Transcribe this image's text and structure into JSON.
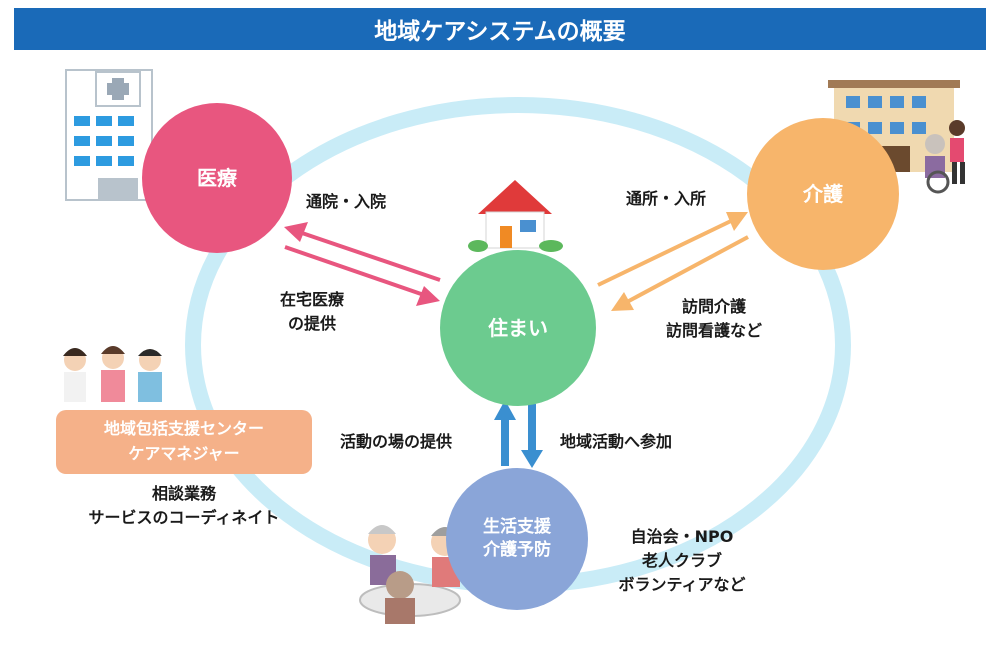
{
  "title": "地域ケアシステムの概要",
  "nodes": {
    "medical": "医療",
    "care": "介護",
    "home": "住まい",
    "prevention_line1": "生活支援",
    "prevention_line2": "介護予防"
  },
  "arrows": {
    "medical_visit": "通院・入院",
    "home_medical_line1": "在宅医療",
    "home_medical_line2": "の提供",
    "care_visit": "通所・入所",
    "visit_care_line1": "訪問介護",
    "visit_care_line2": "訪問看護など",
    "activity_place": "活動の場の提供",
    "community_participation": "地域活動へ参加"
  },
  "support_center": {
    "line1": "地域包括支援センター",
    "line2": "ケアマネジャー",
    "desc_line1": "相談業務",
    "desc_line2": "サービスのコーディネイト"
  },
  "community": {
    "line1": "自治会・NPO",
    "line2": "老人クラブ",
    "line3": "ボランティアなど"
  },
  "colors": {
    "title_bar": "#1a6ab8",
    "ring": "#c9ecf7",
    "medical": "#e8567f",
    "care": "#f7b56b",
    "home": "#6ccb8f",
    "prevention": "#8aa5d8",
    "center_box": "#f5b189",
    "arrow_medical": "#e8567f",
    "arrow_care": "#f7b56b",
    "arrow_vertical": "#3a8fd0"
  }
}
